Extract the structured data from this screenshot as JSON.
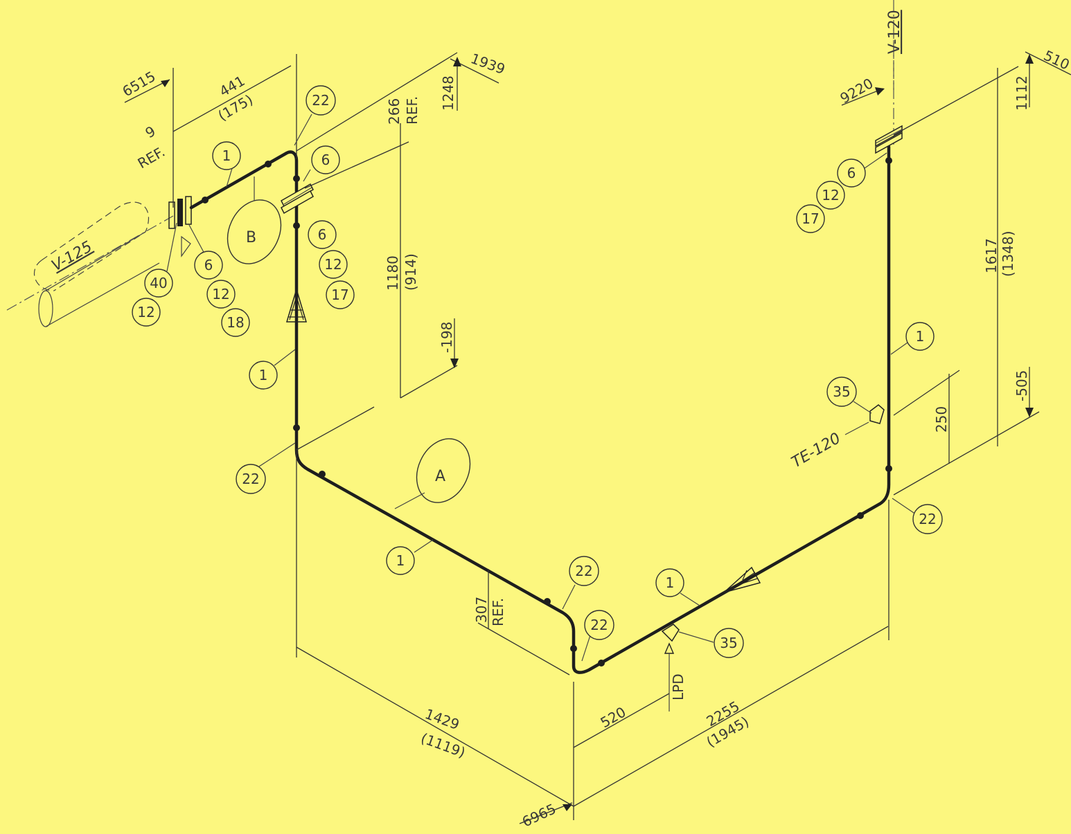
{
  "colors": {
    "background": "#fcf77f",
    "line": "#1e1e1e"
  },
  "vessels": {
    "left": "V-125",
    "top_right": "V-120"
  },
  "instruments": {
    "te": "TE-120",
    "lpd": "LPD"
  },
  "zones": {
    "a": "A",
    "b": "B"
  },
  "dimensions": {
    "d6515": "6515",
    "d441": "441",
    "d175": "(175)",
    "d9": "9",
    "ref1": "REF.",
    "d1939": "1939",
    "d1248": "1248",
    "d266": "266",
    "ref2": "REF.",
    "d1180": "1180",
    "d914": "(914)",
    "dm198": "-198",
    "d9220": "9220",
    "d510": "510",
    "d1112": "1112",
    "d1617": "1617",
    "d1348": "(1348)",
    "dm505": "-505",
    "d250": "250",
    "d307": "307",
    "ref3": "REF.",
    "d1429": "1429",
    "d1119": "(1119)",
    "d520": "520",
    "d2255": "2255",
    "d1945": "(1945)",
    "d6965": "6965"
  },
  "callouts": {
    "c1_top": "1",
    "c22_top": "22",
    "c6_a": "6",
    "c6_b": "6",
    "c12_b": "12",
    "c17_b": "17",
    "c40": "40",
    "c12_l": "12",
    "c6_l": "6",
    "c12_l2": "12",
    "c18": "18",
    "c1_left": "1",
    "c22_left": "22",
    "c1_mid": "1",
    "c22_mid1": "22",
    "c22_mid2": "22",
    "c1_bot": "1",
    "c35_bot": "35",
    "c22_right": "22",
    "c1_right": "1",
    "c35_right": "35",
    "c6_r": "6",
    "c12_r": "12",
    "c17_r": "17"
  }
}
